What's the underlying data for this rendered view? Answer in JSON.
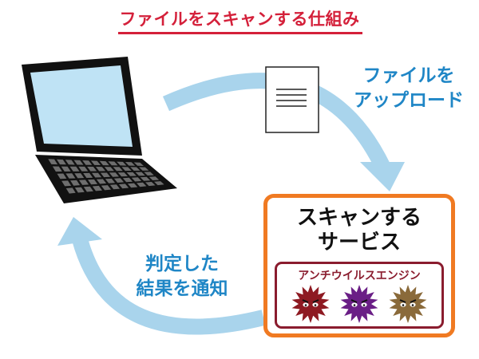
{
  "title": "ファイルをスキャンする仕組み",
  "upload_label": [
    "ファイルを",
    "アップロード"
  ],
  "result_label": [
    "判定した",
    "結果を通知"
  ],
  "service": {
    "title": [
      "スキャンする",
      "サービス"
    ],
    "engine_title": "アンチウイルスエンジン",
    "viruses": [
      {
        "name": "virus-red-icon",
        "color": "#8e1a22"
      },
      {
        "name": "virus-purple-icon",
        "color": "#6a1e86"
      },
      {
        "name": "virus-tan-icon",
        "color": "#8a6a3a"
      }
    ]
  },
  "colors": {
    "title": "#d4203a",
    "arrow": "#a9d4ec",
    "label": "#1f86c6",
    "service_border": "#f07a22",
    "engine_border": "#8a1c2e",
    "screen": "#bfe3f5",
    "laptop": "#111111"
  },
  "icons": [
    "laptop-icon",
    "document-icon"
  ]
}
